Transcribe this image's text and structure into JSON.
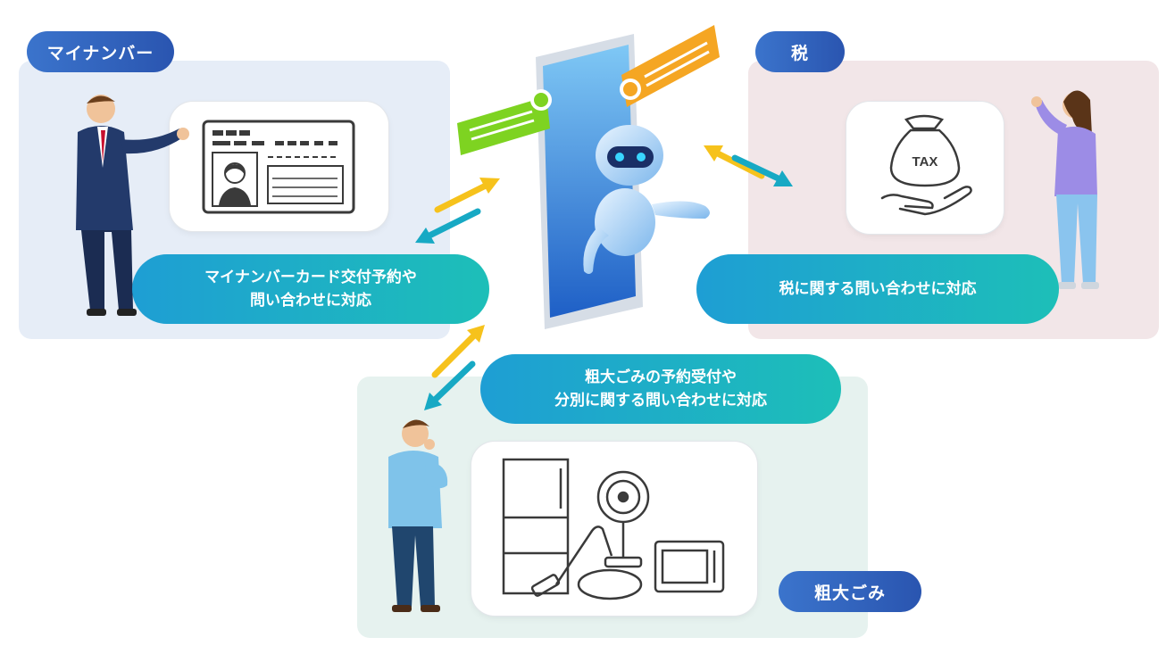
{
  "sections": {
    "mynumber": {
      "tab_label": "マイナンバー",
      "bubble_line1": "マイナンバーカード交付予約や",
      "bubble_line2": "問い合わせに対応"
    },
    "tax": {
      "tab_label": "税",
      "bubble_line1": "税に関する問い合わせに対応",
      "bag_label": "TAX"
    },
    "sodai": {
      "tab_label": "粗大ごみ",
      "bubble_line1": "粗大ごみの予約受付や",
      "bubble_line2": "分別に関する問い合わせに対応"
    }
  },
  "colors": {
    "tab_gradient": [
      "#3b74cc",
      "#2a55b0"
    ],
    "bubble_gradient": [
      "#1e9ed4",
      "#1dbfb8"
    ],
    "arrow_yellow": "#f6c21c",
    "arrow_teal": "#17a9c4",
    "chat_green": "#7ed321",
    "chat_orange": "#f5a623"
  }
}
